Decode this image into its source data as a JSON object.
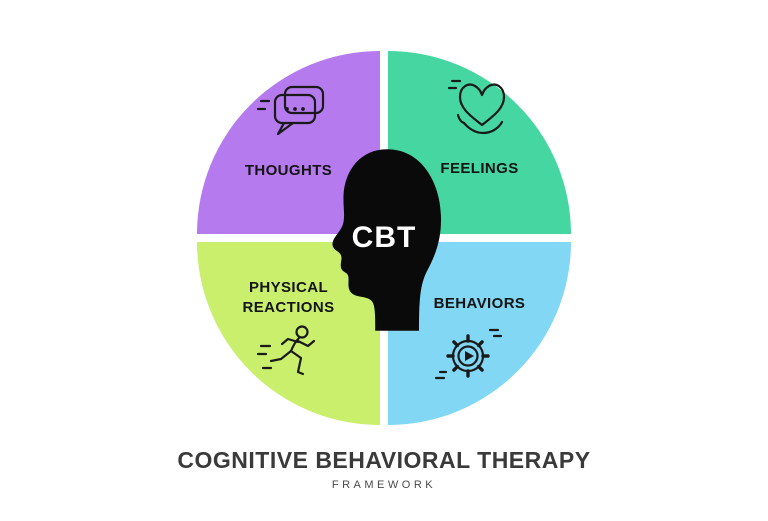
{
  "center": {
    "label": "CBT"
  },
  "quadrants": [
    {
      "id": "thoughts",
      "label": "THOUGHTS",
      "color": "#b57bee",
      "icon": "speech-bubbles-icon"
    },
    {
      "id": "feelings",
      "label": "FEELINGS",
      "color": "#45d6a1",
      "icon": "heart-in-hands-icon"
    },
    {
      "id": "physical-reactions",
      "label": "PHYSICAL REACTIONS",
      "color": "#c9ef6d",
      "icon": "running-person-icon"
    },
    {
      "id": "behaviors",
      "label": "BEHAVIORS",
      "color": "#82d7f4",
      "icon": "gear-play-icon"
    }
  ],
  "footer": {
    "title": "COGNITIVE BEHAVIORAL THERAPY",
    "subtitle": "FRAMEWORK"
  }
}
